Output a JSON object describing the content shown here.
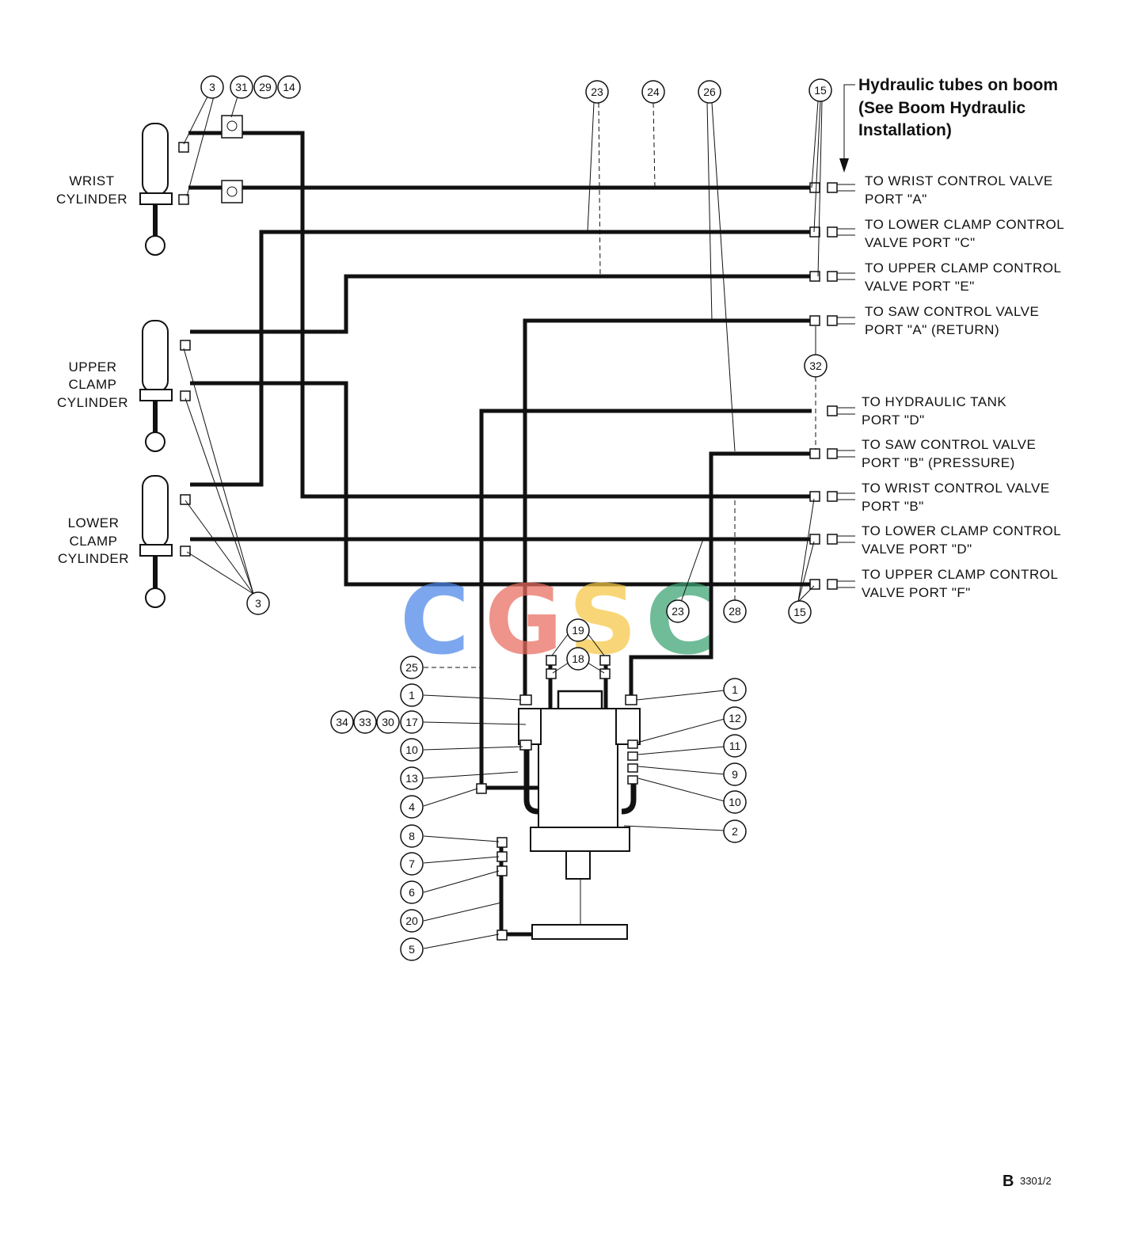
{
  "header": {
    "line1": "Hydraulic tubes on boom",
    "line2": "(See Boom Hydraulic",
    "line3": "Installation)"
  },
  "cylinders": {
    "wrist": [
      "WRIST",
      "CYLINDER"
    ],
    "upper": [
      "UPPER",
      "CLAMP",
      "CYLINDER"
    ],
    "lower": [
      "LOWER",
      "CLAMP",
      "CYLINDER"
    ]
  },
  "ports": [
    [
      "TO WRIST CONTROL VALVE",
      "PORT \"A\""
    ],
    [
      "TO LOWER CLAMP CONTROL",
      "VALVE PORT \"C\""
    ],
    [
      "TO UPPER CLAMP CONTROL",
      "VALVE PORT \"E\""
    ],
    [
      "TO SAW CONTROL VALVE",
      "PORT \"A\" (RETURN)"
    ],
    [
      "TO HYDRAULIC TANK",
      "PORT \"D\""
    ],
    [
      "TO SAW CONTROL VALVE",
      "PORT \"B\" (PRESSURE)"
    ],
    [
      "TO WRIST CONTROL VALVE",
      "PORT \"B\""
    ],
    [
      "TO LOWER CLAMP CONTROL",
      "VALVE PORT \"D\""
    ],
    [
      "TO UPPER CLAMP CONTROL",
      "VALVE PORT \"F\""
    ]
  ],
  "callouts": {
    "top_left": [
      "3",
      "31",
      "29",
      "14"
    ],
    "top": [
      "23",
      "24",
      "26",
      "15"
    ],
    "mid_right": "32",
    "bottom_row": [
      "3",
      "23",
      "28",
      "15"
    ],
    "motor_top": [
      "19",
      "18"
    ],
    "left_col": [
      "25",
      "1",
      "17",
      "10",
      "13",
      "4",
      "8",
      "7",
      "6",
      "20",
      "5"
    ],
    "left_extra": [
      "34",
      "33",
      "30"
    ],
    "right_col": [
      "1",
      "12",
      "11",
      "9",
      "10",
      "2"
    ]
  },
  "watermark": {
    "letters": [
      "C",
      "G",
      "S",
      "C"
    ],
    "colors": [
      "#4a86e8",
      "#ea6b5f",
      "#f6c744",
      "#3aa372"
    ]
  },
  "ref_code": "3301/2",
  "ref_mark": "B"
}
